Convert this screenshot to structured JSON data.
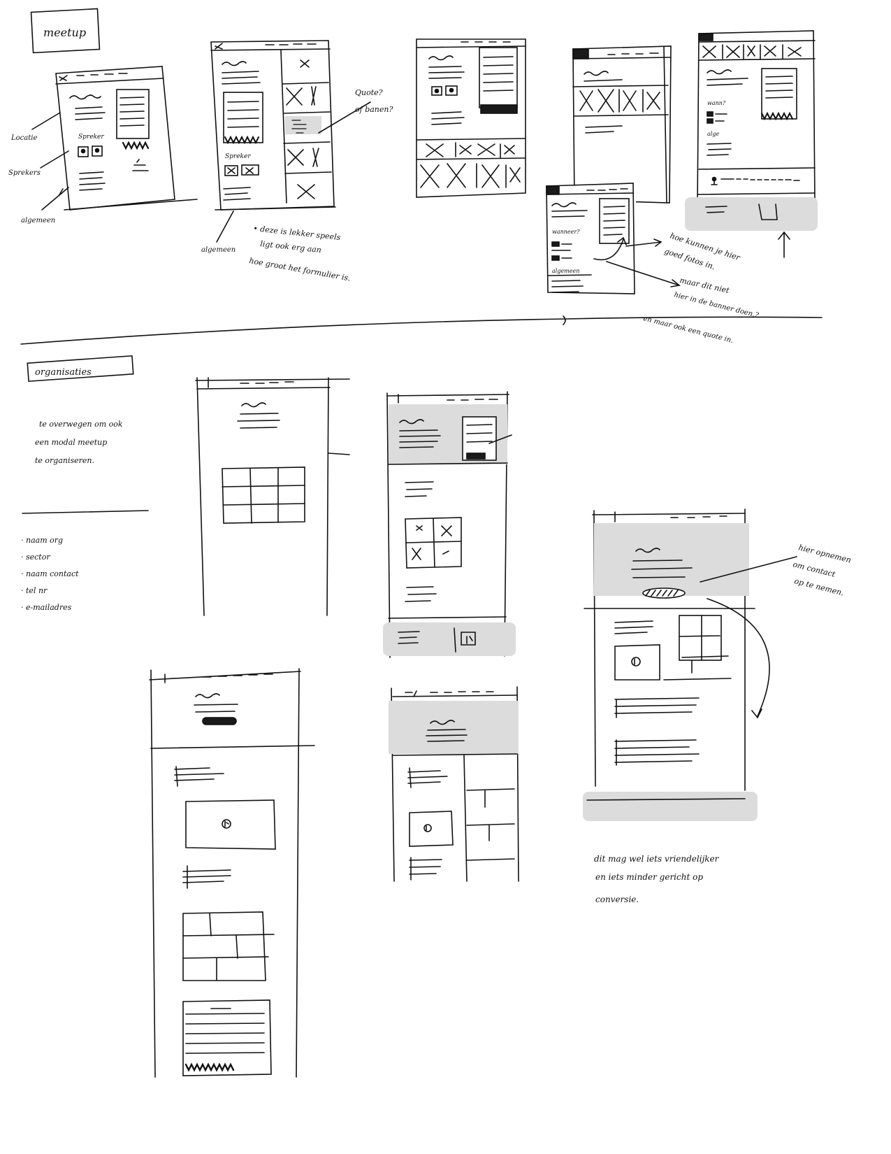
{
  "sections": {
    "top": {
      "title": "meetup",
      "wf1": {
        "labels": {
          "locatie": "Locatie",
          "sprekers": "Sprekers",
          "algemeen": "algemeen",
          "spreker": "Spreker"
        }
      },
      "wf2": {
        "labels": {
          "spreker": "Spreker"
        }
      },
      "notes": {
        "quote": "Quote?",
        "ofbanen": "of banen?",
        "bullet1": "• deze is lekker speels",
        "bullet2": "ligt ook erg aan",
        "algemeen": "algemeen",
        "bullet3": "hoe groot het formulier is."
      },
      "wf5": {
        "labels": {
          "wanneer": "wanneer?",
          "algemeen": "algemeen"
        }
      },
      "wf6": {
        "labels": {
          "wann": "wann?",
          "alge": "alge"
        }
      },
      "notes_right": {
        "l1": "hoe kunnen je hier",
        "l2": "goed fotos in.",
        "l3": "maar dit niet",
        "l4": "hier in de banner doen.?",
        "l5": "en maar ook een quote in."
      }
    },
    "bottom": {
      "title": "organisaties",
      "intro": [
        "te overwegen om ook",
        "een modal meetup",
        "te organiseren."
      ],
      "fields": [
        "· naam org",
        "· sector",
        "· naam contact",
        "· tel nr",
        "· e-mailadres"
      ],
      "note_right": [
        "hier opnemen",
        "om contact",
        "op te nemen."
      ],
      "note_bottom": [
        "dit mag wel iets vriendelijker",
        "en iets minder gericht op",
        "conversie."
      ]
    }
  },
  "colors": {
    "ink": "#111111",
    "shade": "#dcdcdc",
    "fill": "#1a1a1a"
  }
}
